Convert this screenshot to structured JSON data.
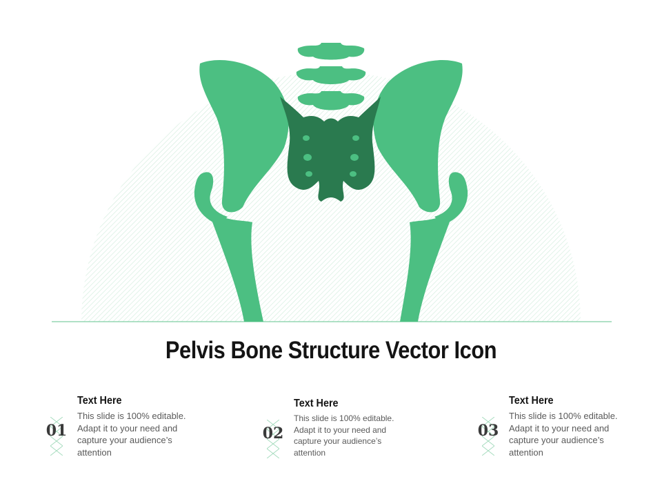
{
  "title": "Pelvis Bone Structure Vector Icon",
  "colors": {
    "bone_light": "#4cbf82",
    "bone_dark": "#2a7a4f",
    "background_arc": "#e8f5ee",
    "baseline": "#7fcfa3",
    "title_text": "#141414",
    "body_text": "#595959"
  },
  "items": [
    {
      "number": "01",
      "heading": "Text Here",
      "body": "This slide is 100% editable. Adapt it to your need and capture your audience’s attention"
    },
    {
      "number": "02",
      "heading": "Text Here",
      "body": "This slide is 100% editable. Adapt it to your need and capture your audience’s attention"
    },
    {
      "number": "03",
      "heading": "Text Here",
      "body": "This slide is 100% editable. Adapt it to your need and capture your audience’s attention"
    }
  ]
}
